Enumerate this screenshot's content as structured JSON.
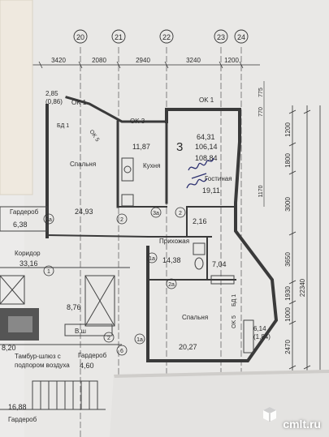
{
  "axes": {
    "a20": "20",
    "a21": "21",
    "a22": "22",
    "a23": "23",
    "a24": "24"
  },
  "top_dims": {
    "d1": "3420",
    "d2": "2080",
    "d3": "2940",
    "d4": "3240",
    "d5": "1200"
  },
  "right_dims": {
    "r1": "1200",
    "r2": "1800",
    "r3": "3000",
    "r4": "3650",
    "r5": "1930",
    "r6": "1000",
    "r7": "2470",
    "total": "22340"
  },
  "small_dims": {
    "s1": "775",
    "s2": "770",
    "s3": "1170"
  },
  "windows": {
    "ok1_left": "OK 1",
    "ok5_left": "OK 5",
    "ok3": "OK 3",
    "ok1_right": "OK 1",
    "ok5_bottom": "OK 5",
    "bd1_left": "БД 1",
    "bd1_bottom": "БД 1"
  },
  "balcony_top": {
    "a": "2,85",
    "b": "(0,86)"
  },
  "balcony_bottom": {
    "a": "6,14",
    "b": "(1,84)"
  },
  "apartment": {
    "number": "3",
    "area1": "64,31",
    "area2": "106,14",
    "area3": "108,84"
  },
  "rooms": {
    "kitchen": {
      "label": "Кухня",
      "area": "11,87"
    },
    "living": {
      "label": "Гостиная",
      "area": "19,11"
    },
    "bedroom1": {
      "label": "Спальня",
      "area": "24,93"
    },
    "bedroom2": {
      "label": "Спальня",
      "area": "20,27"
    },
    "hall": {
      "label": "Прихожая",
      "area": "14,38"
    },
    "bath1": {
      "area": "2,16"
    },
    "bath2": {
      "area": "7,04"
    },
    "wardrobe": {
      "label": "Гардероб",
      "area": "6,38"
    },
    "corridor": {
      "label": "Коридор",
      "area": "33,16"
    },
    "wardrobe2": {
      "label": "Гардероб",
      "area": "4,60"
    },
    "tambour": {
      "label1": "Тамбур-шлюз с",
      "label2": "подпором воздуха"
    },
    "tambour_area": "8,20",
    "shaft_area": "8,76",
    "stair_area": "16,88",
    "bottom_left_label": "Гардероб",
    "vent": "В.ш"
  },
  "markers": {
    "m2a": "2а",
    "m2": "2",
    "m3a": "3а",
    "m1a": "1а",
    "m1": "1",
    "m6": "6"
  },
  "watermark": "cmlt.ru"
}
